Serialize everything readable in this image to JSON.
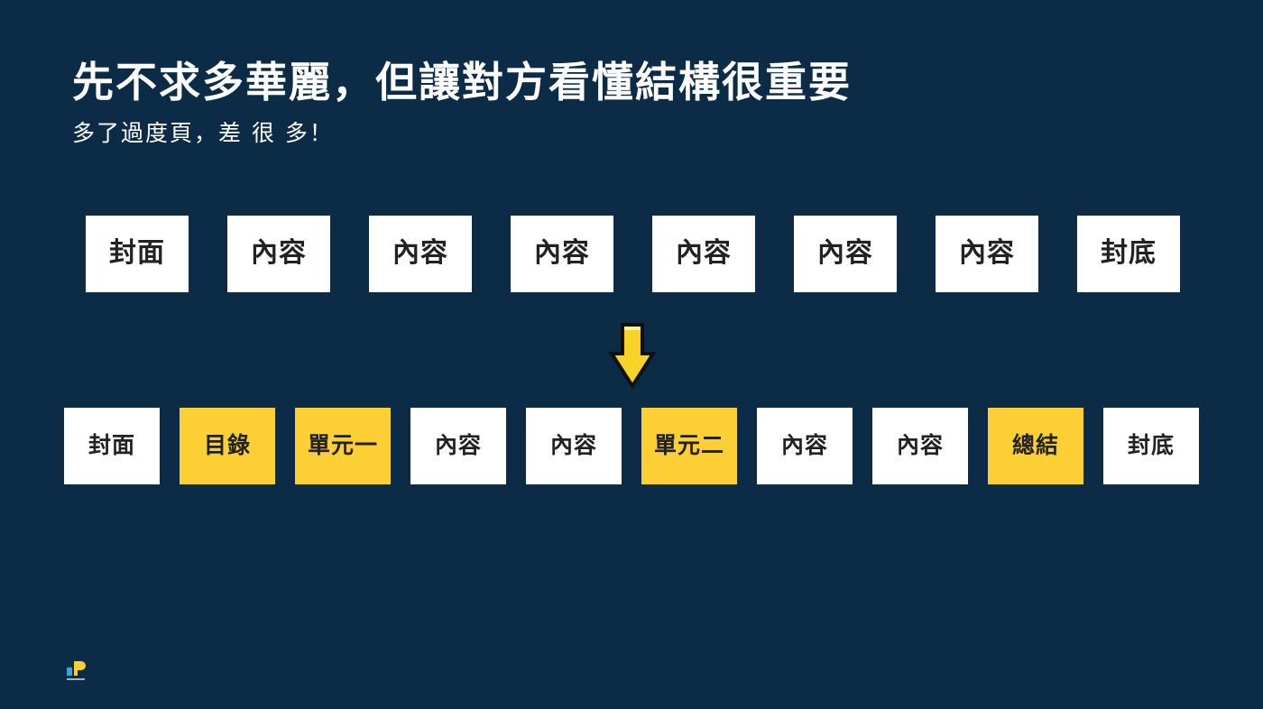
{
  "slide": {
    "title": "先不求多華麗，但讓對方看懂結構很重要",
    "subtitle": "多了過度頁，差 很 多！"
  },
  "before_sequence": [
    {
      "label": "封面"
    },
    {
      "label": "內容"
    },
    {
      "label": "內容"
    },
    {
      "label": "內容"
    },
    {
      "label": "內容"
    },
    {
      "label": "內容"
    },
    {
      "label": "內容"
    },
    {
      "label": "封底"
    }
  ],
  "after_sequence": [
    {
      "label": "封面",
      "highlight": false
    },
    {
      "label": "目錄",
      "highlight": true
    },
    {
      "label": "單元一",
      "highlight": true
    },
    {
      "label": "內容",
      "highlight": false
    },
    {
      "label": "內容",
      "highlight": false
    },
    {
      "label": "單元二",
      "highlight": true
    },
    {
      "label": "內容",
      "highlight": false
    },
    {
      "label": "內容",
      "highlight": false
    },
    {
      "label": "總結",
      "highlight": true
    },
    {
      "label": "封底",
      "highlight": false
    }
  ],
  "icons": {
    "arrow": "arrow-down-icon",
    "logo": "brand-logo-icon"
  },
  "colors": {
    "background": "#0c2b47",
    "card": "#ffffff",
    "highlight": "#fccf35",
    "arrow": "#f5d328"
  }
}
